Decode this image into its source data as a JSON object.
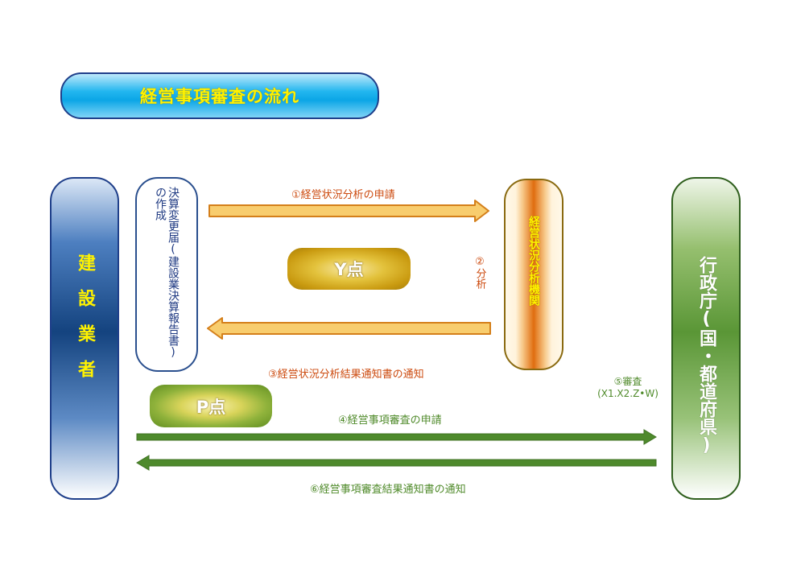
{
  "title": "経営事項審査の流れ",
  "entities": {
    "contractor": "建設業者",
    "report": "決算変更届(建設業決算報告書)の作成",
    "analysis_org": "経営状況分析機関",
    "government": "行政庁(国・都道府県)"
  },
  "points": {
    "y": "Y点",
    "p": "P点"
  },
  "steps": {
    "s1": "①経営状況分析の申請",
    "s2": "②分析",
    "s3": "③経営状況分析結果通知書の通知",
    "s4": "④経営事項審査の申請",
    "s5_title": "⑤審査",
    "s5_detail": "(X1.X2.Z•W)",
    "s6": "⑥経営事項審査結果通知書の通知"
  },
  "colors": {
    "orange_arrow": "#f6c35a",
    "green_arrow": "#4e8a2c",
    "title_text": "#fff200"
  }
}
